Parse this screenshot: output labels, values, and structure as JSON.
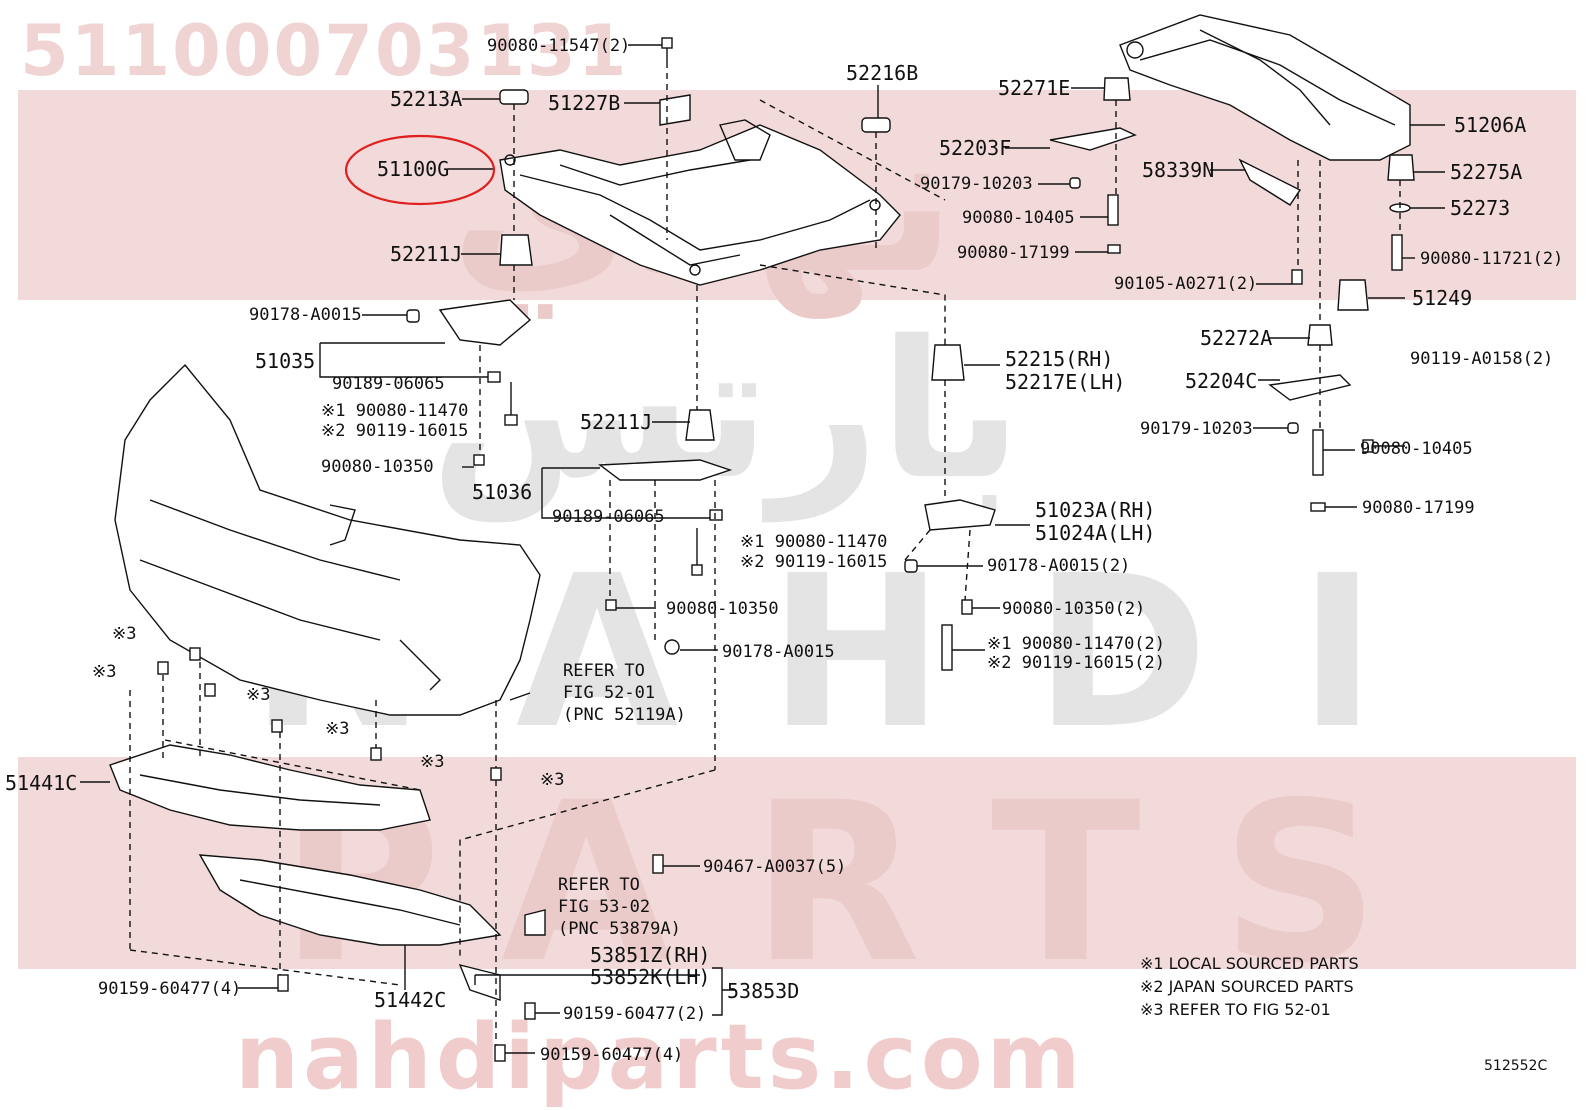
{
  "watermarks": {
    "part_number": "511000703131",
    "band_arabic": "نهدي",
    "band_arabic_2": "بارتس",
    "band_nahdi": "NAHDI",
    "band_parts": "PARTS",
    "site": "nahdiparts.com"
  },
  "colors": {
    "band": "#f2dada",
    "highlight_circle": "#e02020",
    "line": "#111111"
  },
  "highlight": {
    "part": "51100G"
  },
  "callouts": {
    "c90080_11547": "90080-11547(2)",
    "c52213A": "52213A",
    "c51227B": "51227B",
    "c52216B": "52216B",
    "c51100G": "51100G",
    "c52211J_a": "52211J",
    "c90178_A0015_a": "90178-A0015",
    "c51035": "51035",
    "c90189_06065_a": "90189-06065",
    "c90080_11470_a": "※1 90080-11470",
    "c90119_16015_a": "※2 90119-16015",
    "c90080_10350_a": "90080-10350",
    "c52211J_b": "52211J",
    "c51036": "51036",
    "c90189_06065_b": "90189-06065",
    "c90080_11470_b": "※1 90080-11470",
    "c90119_16015_b": "※2 90119-16015",
    "c90080_10350_b": "90080-10350",
    "c90178_A0015_b": "90178-A0015",
    "c52271E": "52271E",
    "c52203F": "52203F",
    "c90179_10203_a": "90179-10203",
    "c90080_10405_a": "90080-10405",
    "c90080_17199_a": "90080-17199",
    "c58339N": "58339N",
    "c51206A": "51206A",
    "c52275A": "52275A",
    "c52273": "52273",
    "c90080_11721": "90080-11721(2)",
    "c90105_A0271": "90105-A0271(2)",
    "c51249": "51249",
    "c52272A": "52272A",
    "c90119_A0158": "90119-A0158(2)",
    "c52204C": "52204C",
    "c90179_10203_b": "90179-10203",
    "c90080_10405_b": "90080-10405",
    "c90080_17199_b": "90080-17199",
    "c52215": "52215(RH)",
    "c52217E": "52217E(LH)",
    "c51023A": "51023A(RH)",
    "c51024A": "51024A(LH)",
    "c90178_A0015_2": "90178-A0015(2)",
    "c90080_10350_2": "90080-10350(2)",
    "c90080_11470_2": "※1 90080-11470(2)",
    "c90119_16015_2": "※2 90119-16015(2)",
    "c_ref3_a": "※3",
    "c_ref3_b": "※3",
    "c_ref3_c": "※3",
    "c_ref3_d": "※3",
    "c_ref3_e": "※3",
    "c_ref3_f": "※3",
    "ref_52_01_a": "REFER TO",
    "ref_52_01_b": "FIG 52-01",
    "ref_52_01_c": "(PNC 52119A)",
    "c51441C": "51441C",
    "c90467_A0037": "90467-A0037(5)",
    "ref_53_02_a": "REFER TO",
    "ref_53_02_b": "FIG 53-02",
    "ref_53_02_c": "(PNC 53879A)",
    "c53851Z": "53851Z(RH)",
    "c53852K": "53852K(LH)",
    "c53853D": "53853D",
    "c90159_60477_4a": "90159-60477(4)",
    "c51442C": "51442C",
    "c90159_60477_2": "90159-60477(2)",
    "c90159_60477_4b": "90159-60477(4)"
  },
  "notes": [
    "※1 LOCAL SOURCED PARTS",
    "※2 JAPAN SOURCED PARTS",
    "※3 REFER TO FIG 52-01"
  ],
  "diagram_number": "512552C"
}
